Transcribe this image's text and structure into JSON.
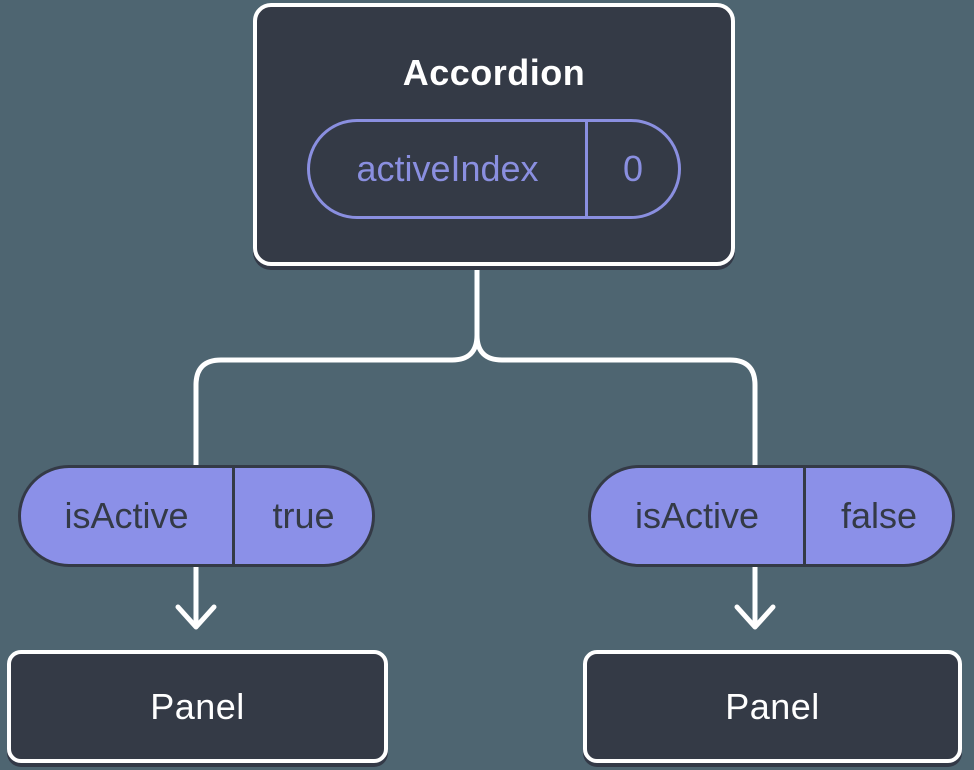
{
  "diagram": {
    "type": "component-tree",
    "colors": {
      "background": "#4e6571",
      "node_fill": "#343a46",
      "node_border": "#ffffff",
      "node_shadow": "#333947",
      "state_accent": "#8a8fe0",
      "prop_pill_fill": "#8b90e8",
      "prop_pill_text": "#343a46",
      "connector": "#ffffff"
    }
  },
  "tree": {
    "root": {
      "title": "Accordion",
      "state": {
        "name": "activeIndex",
        "value": "0"
      }
    },
    "branches": [
      {
        "prop_name": "isActive",
        "prop_value": "true",
        "child_title": "Panel"
      },
      {
        "prop_name": "isActive",
        "prop_value": "false",
        "child_title": "Panel"
      }
    ]
  }
}
